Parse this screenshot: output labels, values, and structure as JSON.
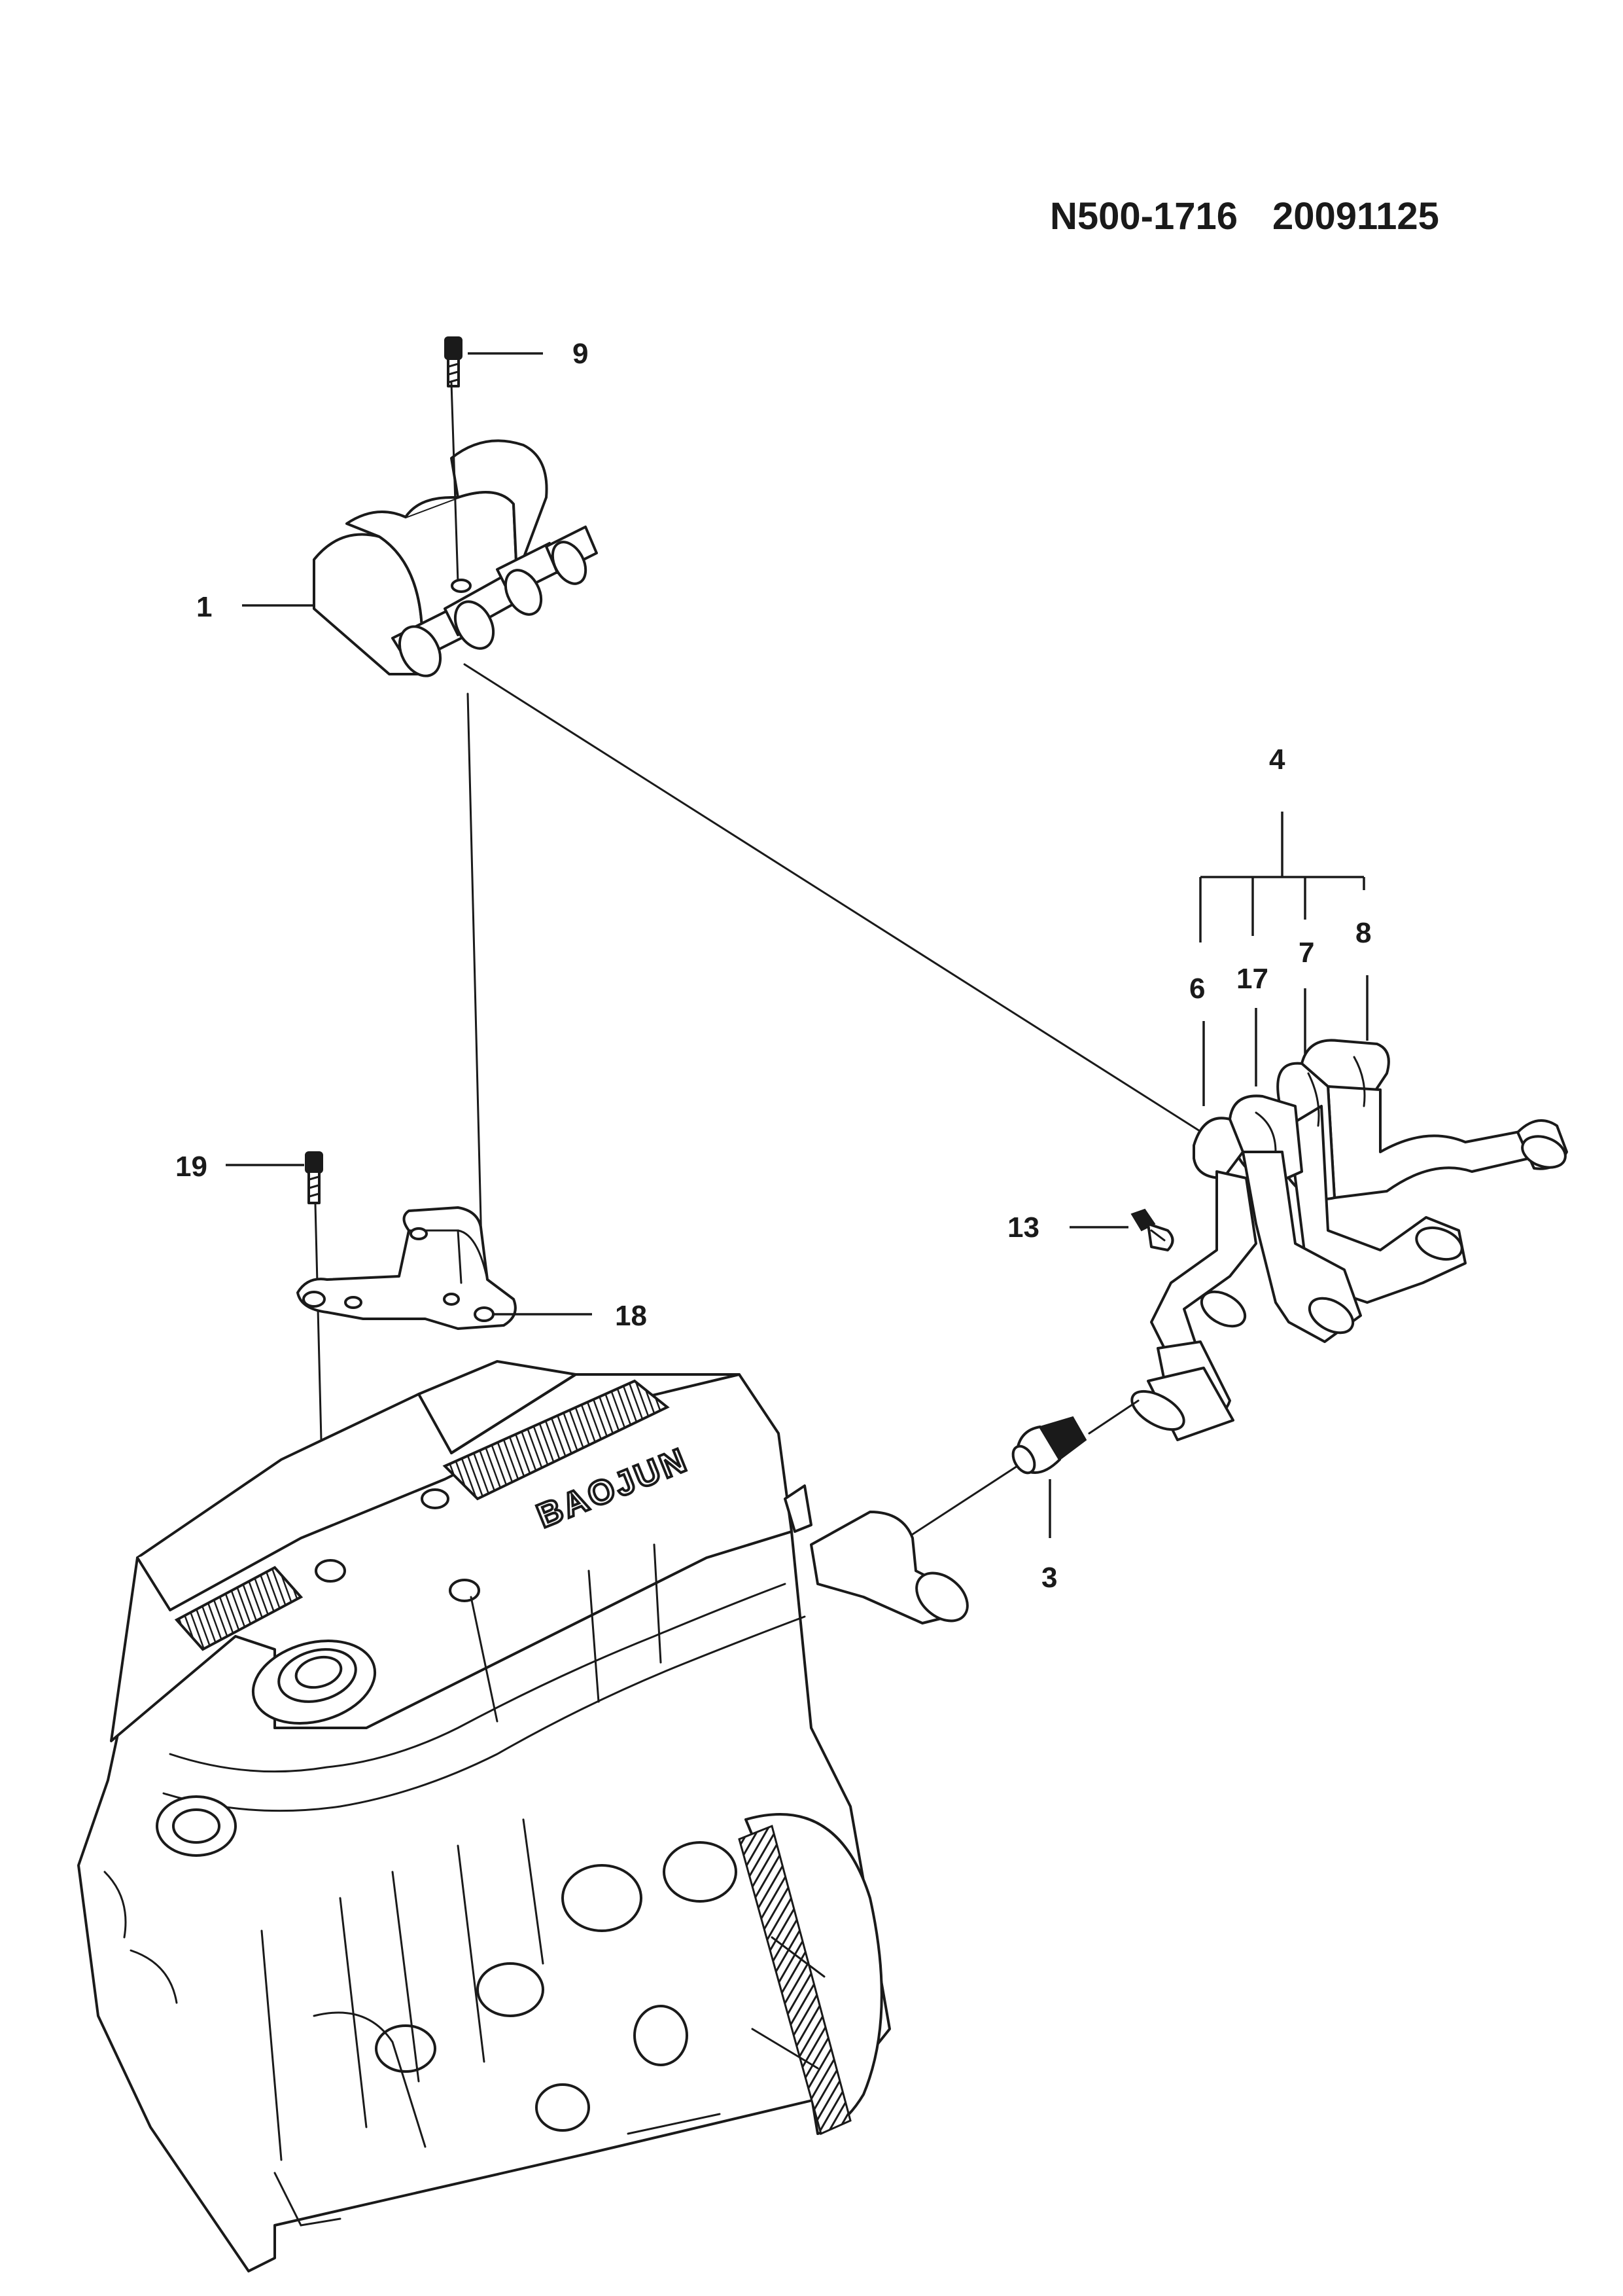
{
  "header": {
    "doc_code": "N500-1716",
    "doc_date": "20091125"
  },
  "callouts": {
    "c1": "1",
    "c3": "3",
    "c4": "4",
    "c6": "6",
    "c7": "7",
    "c8": "8",
    "c9": "9",
    "c13": "13",
    "c17": "17",
    "c18": "18",
    "c19": "19"
  },
  "logo_text": "BAOJUN",
  "line_color": "#1a1a1a",
  "background_color": "#ffffff"
}
